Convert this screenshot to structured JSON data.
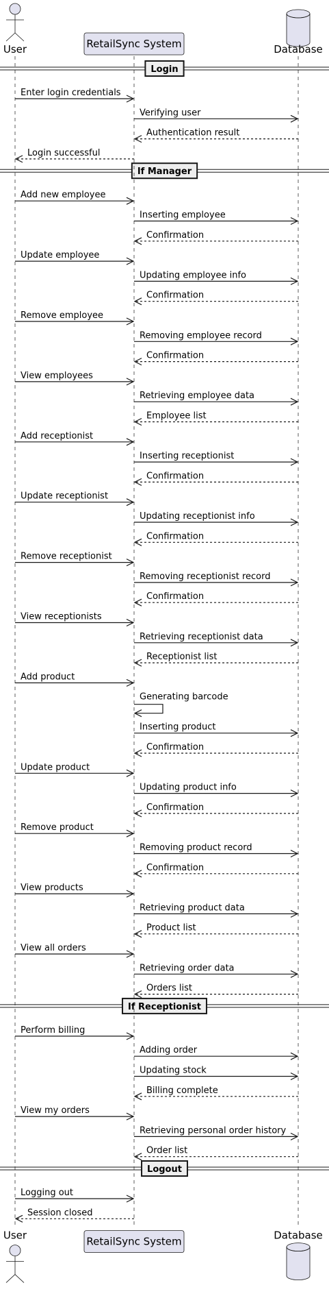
{
  "participants": {
    "user": "User",
    "system": "RetailSync System",
    "database": "Database"
  },
  "sections": [
    "Login",
    "If Manager",
    "If Receptionist",
    "Logout"
  ],
  "messages": [
    {
      "section": 0,
      "from": "user",
      "to": "system",
      "label": "Enter login credentials",
      "dashed": false
    },
    {
      "section": 0,
      "from": "system",
      "to": "database",
      "label": "Verifying user",
      "dashed": false
    },
    {
      "section": 0,
      "from": "database",
      "to": "system",
      "label": "Authentication result",
      "dashed": true
    },
    {
      "section": 0,
      "from": "system",
      "to": "user",
      "label": "Login successful",
      "dashed": true
    },
    {
      "section": 1,
      "from": "user",
      "to": "system",
      "label": "Add new employee",
      "dashed": false
    },
    {
      "section": 1,
      "from": "system",
      "to": "database",
      "label": "Inserting employee",
      "dashed": false
    },
    {
      "section": 1,
      "from": "database",
      "to": "system",
      "label": "Confirmation",
      "dashed": true
    },
    {
      "section": 1,
      "from": "user",
      "to": "system",
      "label": "Update employee",
      "dashed": false
    },
    {
      "section": 1,
      "from": "system",
      "to": "database",
      "label": "Updating employee info",
      "dashed": false
    },
    {
      "section": 1,
      "from": "database",
      "to": "system",
      "label": "Confirmation",
      "dashed": true
    },
    {
      "section": 1,
      "from": "user",
      "to": "system",
      "label": "Remove employee",
      "dashed": false
    },
    {
      "section": 1,
      "from": "system",
      "to": "database",
      "label": "Removing employee record",
      "dashed": false
    },
    {
      "section": 1,
      "from": "database",
      "to": "system",
      "label": "Confirmation",
      "dashed": true
    },
    {
      "section": 1,
      "from": "user",
      "to": "system",
      "label": "View employees",
      "dashed": false
    },
    {
      "section": 1,
      "from": "system",
      "to": "database",
      "label": "Retrieving employee data",
      "dashed": false
    },
    {
      "section": 1,
      "from": "database",
      "to": "system",
      "label": "Employee list",
      "dashed": true
    },
    {
      "section": 1,
      "from": "user",
      "to": "system",
      "label": "Add receptionist",
      "dashed": false
    },
    {
      "section": 1,
      "from": "system",
      "to": "database",
      "label": "Inserting receptionist",
      "dashed": false
    },
    {
      "section": 1,
      "from": "database",
      "to": "system",
      "label": "Confirmation",
      "dashed": true
    },
    {
      "section": 1,
      "from": "user",
      "to": "system",
      "label": "Update receptionist",
      "dashed": false
    },
    {
      "section": 1,
      "from": "system",
      "to": "database",
      "label": "Updating receptionist info",
      "dashed": false
    },
    {
      "section": 1,
      "from": "database",
      "to": "system",
      "label": "Confirmation",
      "dashed": true
    },
    {
      "section": 1,
      "from": "user",
      "to": "system",
      "label": "Remove receptionist",
      "dashed": false
    },
    {
      "section": 1,
      "from": "system",
      "to": "database",
      "label": "Removing receptionist record",
      "dashed": false
    },
    {
      "section": 1,
      "from": "database",
      "to": "system",
      "label": "Confirmation",
      "dashed": true
    },
    {
      "section": 1,
      "from": "user",
      "to": "system",
      "label": "View receptionists",
      "dashed": false
    },
    {
      "section": 1,
      "from": "system",
      "to": "database",
      "label": "Retrieving receptionist data",
      "dashed": false
    },
    {
      "section": 1,
      "from": "database",
      "to": "system",
      "label": "Receptionist list",
      "dashed": true
    },
    {
      "section": 1,
      "from": "user",
      "to": "system",
      "label": "Add product",
      "dashed": false
    },
    {
      "section": 1,
      "from": "system",
      "to": "system",
      "label": "Generating barcode",
      "dashed": false
    },
    {
      "section": 1,
      "from": "system",
      "to": "database",
      "label": "Inserting product",
      "dashed": false
    },
    {
      "section": 1,
      "from": "database",
      "to": "system",
      "label": "Confirmation",
      "dashed": true
    },
    {
      "section": 1,
      "from": "user",
      "to": "system",
      "label": "Update product",
      "dashed": false
    },
    {
      "section": 1,
      "from": "system",
      "to": "database",
      "label": "Updating product info",
      "dashed": false
    },
    {
      "section": 1,
      "from": "database",
      "to": "system",
      "label": "Confirmation",
      "dashed": true
    },
    {
      "section": 1,
      "from": "user",
      "to": "system",
      "label": "Remove product",
      "dashed": false
    },
    {
      "section": 1,
      "from": "system",
      "to": "database",
      "label": "Removing product record",
      "dashed": false
    },
    {
      "section": 1,
      "from": "database",
      "to": "system",
      "label": "Confirmation",
      "dashed": true
    },
    {
      "section": 1,
      "from": "user",
      "to": "system",
      "label": "View products",
      "dashed": false
    },
    {
      "section": 1,
      "from": "system",
      "to": "database",
      "label": "Retrieving product data",
      "dashed": false
    },
    {
      "section": 1,
      "from": "database",
      "to": "system",
      "label": "Product list",
      "dashed": true
    },
    {
      "section": 1,
      "from": "user",
      "to": "system",
      "label": "View all orders",
      "dashed": false
    },
    {
      "section": 1,
      "from": "system",
      "to": "database",
      "label": "Retrieving order data",
      "dashed": false
    },
    {
      "section": 1,
      "from": "database",
      "to": "system",
      "label": "Orders list",
      "dashed": true
    },
    {
      "section": 2,
      "from": "user",
      "to": "system",
      "label": "Perform billing",
      "dashed": false
    },
    {
      "section": 2,
      "from": "system",
      "to": "database",
      "label": "Adding order",
      "dashed": false
    },
    {
      "section": 2,
      "from": "system",
      "to": "database",
      "label": "Updating stock",
      "dashed": false
    },
    {
      "section": 2,
      "from": "database",
      "to": "system",
      "label": "Billing complete",
      "dashed": true
    },
    {
      "section": 2,
      "from": "user",
      "to": "system",
      "label": "View my orders",
      "dashed": false
    },
    {
      "section": 2,
      "from": "system",
      "to": "database",
      "label": "Retrieving personal order history",
      "dashed": false
    },
    {
      "section": 2,
      "from": "database",
      "to": "system",
      "label": "Order list",
      "dashed": true
    },
    {
      "section": 3,
      "from": "user",
      "to": "system",
      "label": "Logging out",
      "dashed": false
    },
    {
      "section": 3,
      "from": "system",
      "to": "user",
      "label": "Session closed",
      "dashed": true
    }
  ],
  "colors": {
    "participant_fill": "#E2E2F0",
    "participant_stroke": "#181818",
    "lifeline": "#181818",
    "arrow": "#181818",
    "section_fill": "#EEEEEE"
  }
}
